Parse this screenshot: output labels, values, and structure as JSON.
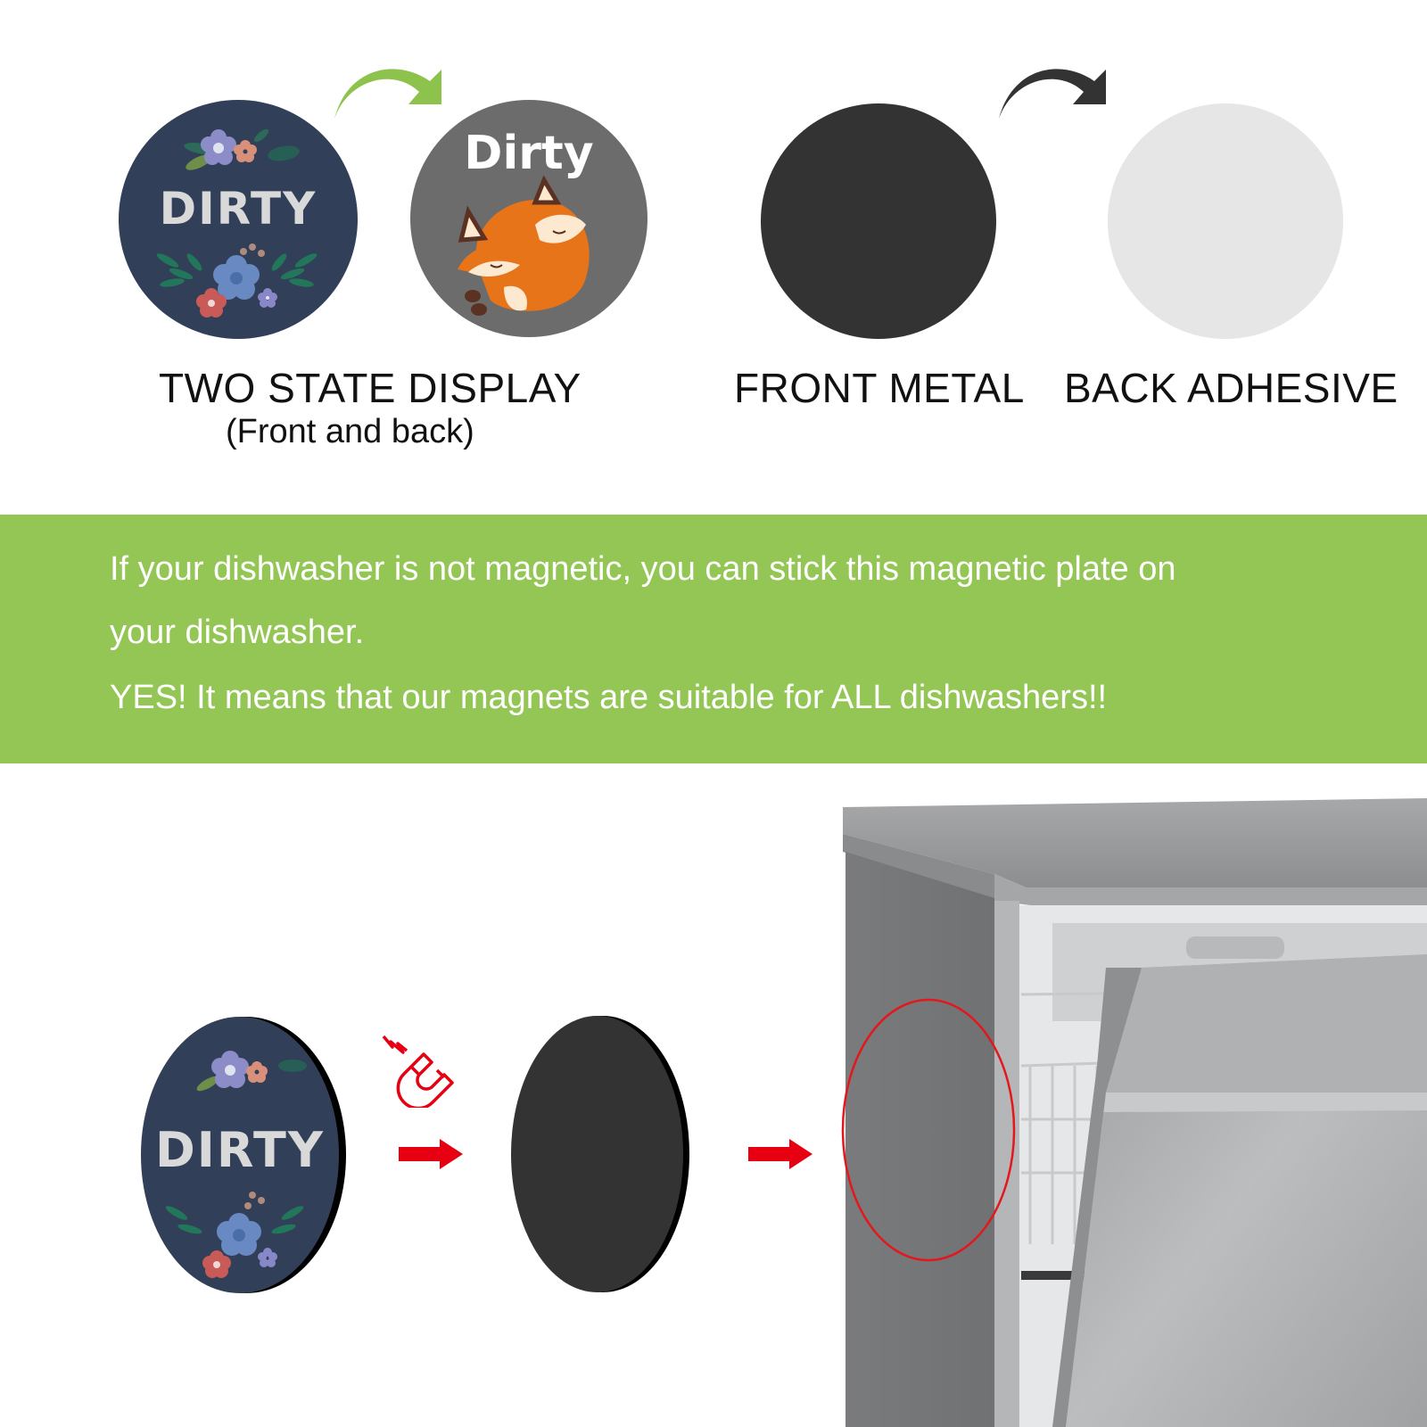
{
  "top_section": {
    "two_state": {
      "front_disc": {
        "text": "DIRTY",
        "bg": "#323f58",
        "text_color": "#d6d6d6"
      },
      "back_disc": {
        "text": "Dirty",
        "bg": "#6c6c6c",
        "text_color": "#ffffff",
        "illustration": "sleeping-fox"
      },
      "arrow_color": "#8dc24c",
      "caption": "TWO STATE DISPLAY",
      "subcaption": "(Front and back)"
    },
    "materials": {
      "front": {
        "caption": "FRONT METAL",
        "color": "#333333"
      },
      "back": {
        "caption": "BACK ADHESIVE",
        "color": "#e7e6e6"
      },
      "arrow_color": "#333333"
    }
  },
  "info_band": {
    "bg": "#94c655",
    "lines": [
      "If your dishwasher is not magnetic, you can stick this magnetic plate on",
      "your dishwasher.",
      "YES! It means that our magnets are suitable for ALL dishwashers!!"
    ]
  },
  "bottom_section": {
    "magnet_disc": {
      "text": "DIRTY",
      "bg": "#323f58"
    },
    "magnet_icon": "magnet-icon",
    "plate_color": "#333333",
    "arrow_color": "#e60012",
    "dishwasher": {
      "highlight_color": "#e3171c"
    }
  }
}
